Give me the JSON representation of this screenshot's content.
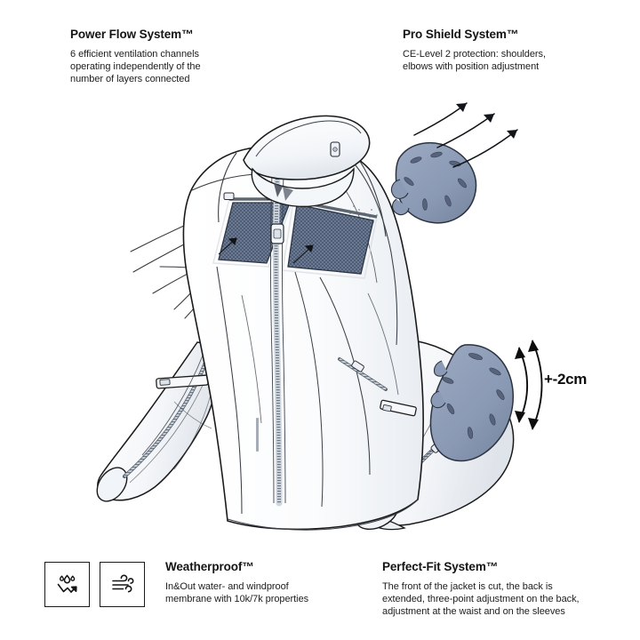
{
  "page": {
    "background_color": "#ffffff",
    "subject": "motorcycle-jacket-technical-diagram"
  },
  "callouts": [
    {
      "id": "power-flow",
      "title": "Power Flow System™",
      "lines": [
        "6 efficient ventilation channels",
        "operating independently of the",
        "number of layers connected"
      ]
    },
    {
      "id": "pro-shield",
      "title": "Pro Shield System™",
      "lines": [
        "CE-Level 2 protection: shoulders,",
        "elbows with position adjustment"
      ]
    },
    {
      "id": "weatherproof",
      "title": "Weatherproof™",
      "lines": [
        "In&Out water- and windproof",
        "membrane with 10k/7k properties"
      ]
    },
    {
      "id": "perfect-fit",
      "title": "Perfect-Fit System™",
      "lines": [
        "The front of the jacket is cut, the back is",
        "extended, three-point adjustment on the back,",
        "adjustment at the waist and on the sleeves"
      ]
    }
  ],
  "icons": [
    {
      "name": "water-repellent-icon",
      "label": "water-repellent"
    },
    {
      "name": "windproof-icon",
      "label": "windproof"
    }
  ],
  "annotations": {
    "adjustment_range": "+-2cm"
  },
  "illustration": {
    "name": "motorcycle-jacket-line-art",
    "colors": {
      "outline": "#1a1a1a",
      "panel_line": "#3a3f47",
      "mesh_vent": "#4e5d75",
      "armor": "#8c9bb5",
      "armor_shadow": "#6f7f9b",
      "shade_light": "#eef1f5",
      "shade_mid": "#dfe4ea"
    },
    "parts": [
      "collar",
      "front-zipper",
      "chest-vent-panel-left",
      "chest-vent-panel-right",
      "shoulder-protector",
      "elbow-protector",
      "left-sleeve",
      "right-sleeve",
      "cuff-zipper",
      "waist-adjustment-strap"
    ],
    "airflow": {
      "intake_lines": 6,
      "exhaust_arrows": 3
    }
  }
}
